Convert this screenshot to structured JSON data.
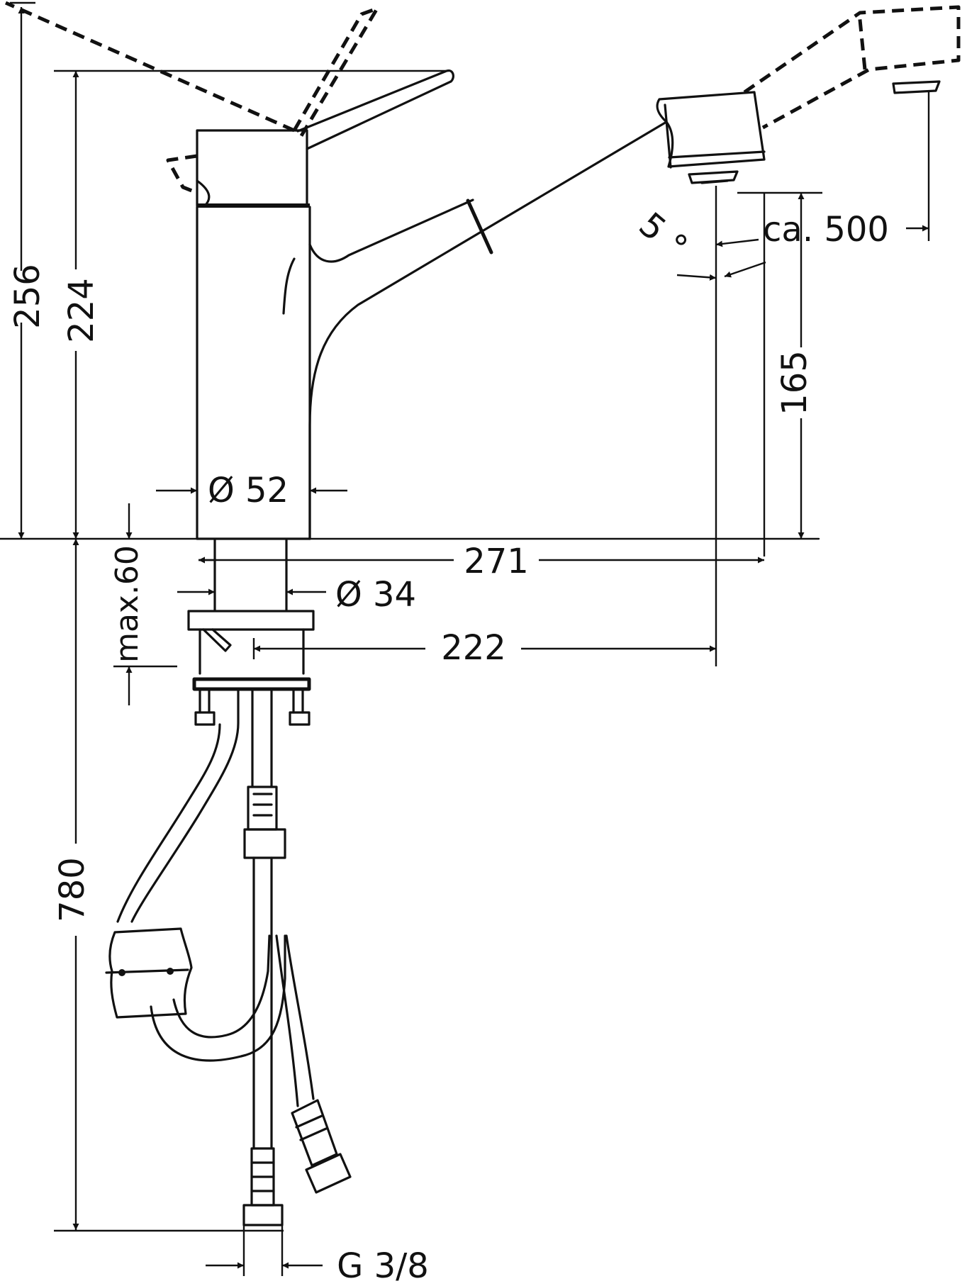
{
  "dimensions": {
    "height_total": "256",
    "height_lever": "224",
    "spout_clearance": "165",
    "pullout_length": "ca. 500",
    "spray_angle": "5 °",
    "body_diameter": "Ø 52",
    "reach": "271",
    "shank_diameter": "Ø 34",
    "reach_to_outlet": "222",
    "max_deck_thickness": "max.60",
    "hose_length": "780",
    "connection_thread": "G 3/8"
  },
  "colors": {
    "line": "#111111",
    "background": "#ffffff"
  }
}
